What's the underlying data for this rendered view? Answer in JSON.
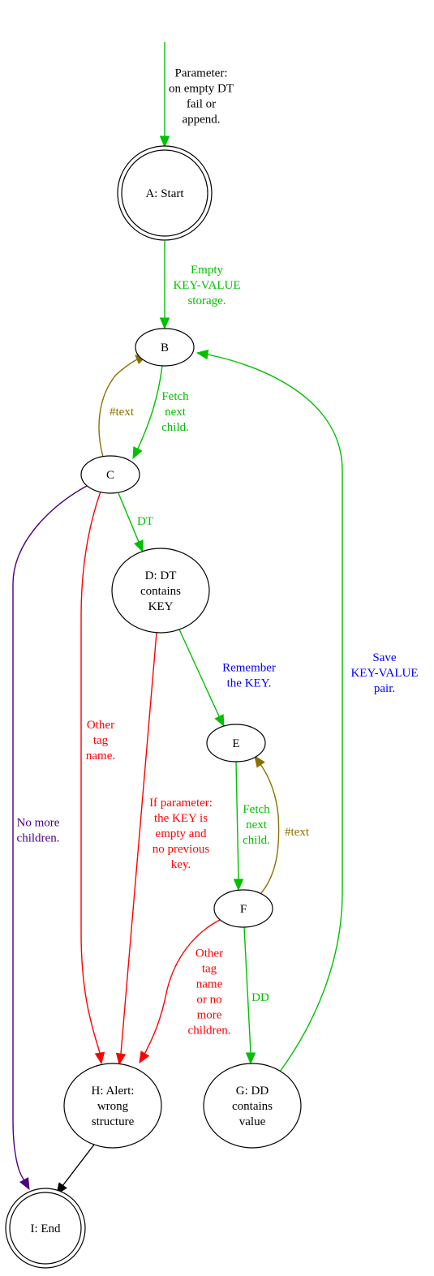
{
  "nodes": [
    {
      "id": "A",
      "lines": [
        "A: Start"
      ],
      "double": true
    },
    {
      "id": "B",
      "lines": [
        "B"
      ],
      "double": false
    },
    {
      "id": "C",
      "lines": [
        "C"
      ],
      "double": false
    },
    {
      "id": "D",
      "lines": [
        "D: DT",
        "contains",
        "KEY"
      ],
      "double": false
    },
    {
      "id": "E",
      "lines": [
        "E"
      ],
      "double": false
    },
    {
      "id": "F",
      "lines": [
        "F"
      ],
      "double": false
    },
    {
      "id": "G",
      "lines": [
        "G: DD",
        "contains",
        "value"
      ],
      "double": false
    },
    {
      "id": "H",
      "lines": [
        "H: Alert:",
        "wrong",
        "structure"
      ],
      "double": false
    },
    {
      "id": "I",
      "lines": [
        "I: End"
      ],
      "double": true
    }
  ],
  "edges": [
    {
      "id": "entry",
      "from": "",
      "to": "A",
      "color": "#00c000",
      "lines": [
        "Parameter:",
        "on empty DT",
        "fail or",
        "append."
      ],
      "label_color": "#000000"
    },
    {
      "id": "A-B",
      "from": "A",
      "to": "B",
      "color": "#00c000",
      "lines": [
        "Empty",
        "KEY-VALUE",
        "storage."
      ],
      "label_color": "#00c000"
    },
    {
      "id": "B-C",
      "from": "B",
      "to": "C",
      "color": "#00c000",
      "lines": [
        "Fetch",
        "next",
        "child."
      ],
      "label_color": "#00c000"
    },
    {
      "id": "C-B",
      "from": "C",
      "to": "B",
      "color": "#8b7000",
      "lines": [
        "#text"
      ],
      "label_color": "#8b7000"
    },
    {
      "id": "C-D",
      "from": "C",
      "to": "D",
      "color": "#00c000",
      "lines": [
        "DT"
      ],
      "label_color": "#00c000"
    },
    {
      "id": "C-H",
      "from": "C",
      "to": "H",
      "color": "#ff0000",
      "lines": [
        "Other",
        "tag",
        "name."
      ],
      "label_color": "#ff0000"
    },
    {
      "id": "C-I",
      "from": "C",
      "to": "I",
      "color": "#4b0082",
      "lines": [
        "No more",
        "children."
      ],
      "label_color": "#4b0082"
    },
    {
      "id": "D-E",
      "from": "D",
      "to": "E",
      "color": "#00c000",
      "lines": [
        "Remember",
        "the KEY."
      ],
      "label_color": "#0000ff"
    },
    {
      "id": "D-H",
      "from": "D",
      "to": "H",
      "color": "#ff0000",
      "lines": [
        "If parameter:",
        "the KEY is",
        "empty and",
        "no previous",
        "key."
      ],
      "label_color": "#ff0000"
    },
    {
      "id": "E-F",
      "from": "E",
      "to": "F",
      "color": "#00c000",
      "lines": [
        "Fetch",
        "next",
        "child."
      ],
      "label_color": "#00c000"
    },
    {
      "id": "F-E",
      "from": "F",
      "to": "E",
      "color": "#8b7000",
      "lines": [
        "#text"
      ],
      "label_color": "#8b7000"
    },
    {
      "id": "F-G",
      "from": "F",
      "to": "G",
      "color": "#00c000",
      "lines": [
        "DD"
      ],
      "label_color": "#00c000"
    },
    {
      "id": "F-H",
      "from": "F",
      "to": "H",
      "color": "#ff0000",
      "lines": [
        "Other",
        "tag",
        "name",
        "or no",
        "more",
        "children."
      ],
      "label_color": "#ff0000"
    },
    {
      "id": "G-B",
      "from": "G",
      "to": "B",
      "color": "#00c000",
      "lines": [
        "Save",
        "KEY-VALUE",
        "pair."
      ],
      "label_color": "#0000ff"
    },
    {
      "id": "H-I",
      "from": "H",
      "to": "I",
      "color": "#000000",
      "lines": [],
      "label_color": "#000000"
    }
  ]
}
